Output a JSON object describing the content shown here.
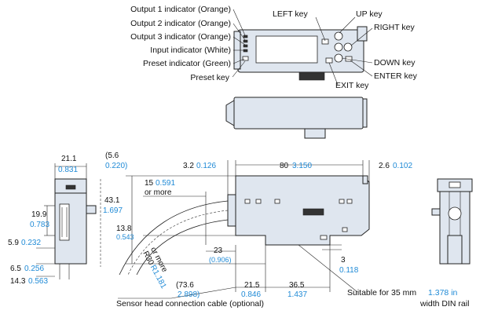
{
  "callouts": {
    "output1": "Output 1 indicator (Orange)",
    "output2": "Output 2 indicator (Orange)",
    "output3": "Output 3 indicator (Orange)",
    "input": "Input indicator (White)",
    "preset_ind": "Preset indicator (Green)",
    "preset_key": "Preset key",
    "left_key": "LEFT key",
    "up_key": "UP key",
    "right_key": "RIGHT key",
    "down_key": "DOWN key",
    "enter_key": "ENTER key",
    "exit_key": "EXIT key"
  },
  "dims": {
    "w21_mm": "21.1",
    "w21_in": "0.831",
    "d56_mm": "(5.6",
    "d56_in": "0.220)",
    "d32_mm": "3.2",
    "d32_in": "0.126",
    "d80_mm": "80",
    "d80_in": "3.150",
    "d26_mm": "2.6",
    "d26_in": "0.102",
    "d15_mm": "15",
    "d15_in": "0.591",
    "d15_note": "or more",
    "d431_mm": "43.1",
    "d431_in": "1.697",
    "d199_mm": "19.9",
    "d199_in": "0.783",
    "d138_mm": "13.8",
    "d138_in": "0.543",
    "d59_mm": "5.9",
    "d59_in": "0.232",
    "d65_mm": "6.5",
    "d65_in": "0.256",
    "d143_mm": "14.3",
    "d143_in": "0.563",
    "r30_mm": "R30",
    "r30_in": "R1.181",
    "r30_note": "or more",
    "d23_mm": "23",
    "d23_in": "(0.906)",
    "d736_mm": "(73.6",
    "d736_in": "2.898)",
    "d215_mm": "21.5",
    "d215_in": "0.846",
    "d365_mm": "36.5",
    "d365_in": "1.437",
    "d3_mm": "3",
    "d3_in": "0.118"
  },
  "notes": {
    "cable": "Sensor head connection cable (optional)",
    "din_line1_a": "Suitable for 35 mm",
    "din_line1_b": "1.378 in",
    "din_line2": "width DIN rail"
  },
  "colors": {
    "inch": "#1f8ad6",
    "body": "#dfe6ef"
  }
}
